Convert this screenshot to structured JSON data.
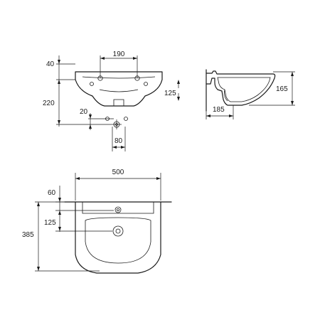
{
  "views": {
    "front": {
      "dim_tap_spacing": "190",
      "dim_top_offset": "40",
      "dim_fixing_height": "220",
      "dim_waste_offset": "20",
      "dim_waste_spacing": "80"
    },
    "side": {
      "dim_side_height": "125",
      "dim_basin_height": "165",
      "dim_projection": "185"
    },
    "plan": {
      "dim_width": "500",
      "dim_back_offset": "60",
      "dim_tap_offset": "125",
      "dim_depth": "385"
    }
  }
}
